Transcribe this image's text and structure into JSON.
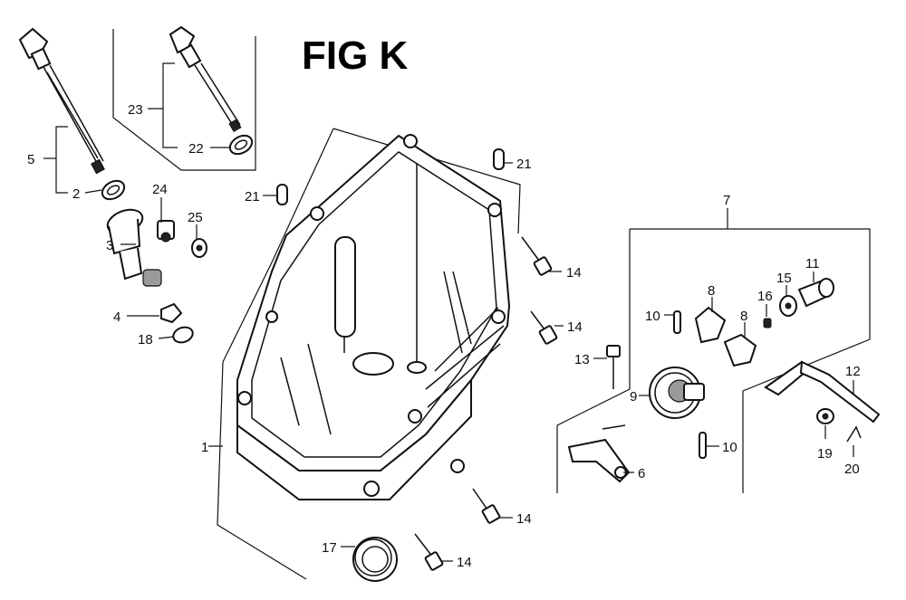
{
  "figure": {
    "title": "FIG K"
  },
  "callouts": [
    {
      "id": "c-1",
      "text": "1"
    },
    {
      "id": "c-2",
      "text": "2"
    },
    {
      "id": "c-3",
      "text": "3"
    },
    {
      "id": "c-4",
      "text": "4"
    },
    {
      "id": "c-5",
      "text": "5"
    },
    {
      "id": "c-6",
      "text": "6"
    },
    {
      "id": "c-7",
      "text": "7"
    },
    {
      "id": "c-8a",
      "text": "8"
    },
    {
      "id": "c-8b",
      "text": "8"
    },
    {
      "id": "c-9",
      "text": "9"
    },
    {
      "id": "c-10a",
      "text": "10"
    },
    {
      "id": "c-10b",
      "text": "10"
    },
    {
      "id": "c-11",
      "text": "11"
    },
    {
      "id": "c-12",
      "text": "12"
    },
    {
      "id": "c-13",
      "text": "13"
    },
    {
      "id": "c-14a",
      "text": "14"
    },
    {
      "id": "c-14b",
      "text": "14"
    },
    {
      "id": "c-14c",
      "text": "14"
    },
    {
      "id": "c-14d",
      "text": "14"
    },
    {
      "id": "c-15",
      "text": "15"
    },
    {
      "id": "c-16",
      "text": "16"
    },
    {
      "id": "c-17",
      "text": "17"
    },
    {
      "id": "c-18",
      "text": "18"
    },
    {
      "id": "c-19",
      "text": "19"
    },
    {
      "id": "c-20",
      "text": "20"
    },
    {
      "id": "c-21a",
      "text": "21"
    },
    {
      "id": "c-21b",
      "text": "21"
    },
    {
      "id": "c-22",
      "text": "22"
    },
    {
      "id": "c-23",
      "text": "23"
    },
    {
      "id": "c-24",
      "text": "24"
    },
    {
      "id": "c-25",
      "text": "25"
    }
  ]
}
